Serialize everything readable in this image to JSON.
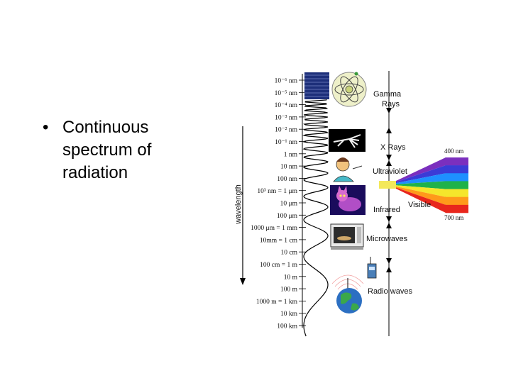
{
  "slide": {
    "bullet_symbol": "•",
    "bullet_text": "Continuous\nspectrum of\nradiation"
  },
  "diagram": {
    "axis_label": "wavelength",
    "ticks": [
      "10⁻⁶ nm",
      "10⁻⁵ nm",
      "10⁻⁴ nm",
      "10⁻³ nm",
      "10⁻² nm",
      "10⁻¹ nm",
      "1 nm",
      "10 nm",
      "100 nm",
      "10³ nm = 1 μm",
      "10 μm",
      "100 μm",
      "1000 μm = 1 mm",
      "10mm = 1 cm",
      "10 cm",
      "100 cm = 1 m",
      "10 m",
      "100 m",
      "1000 m = 1 km",
      "10 km",
      "100 km"
    ],
    "bands": {
      "gamma": "Gamma\nRays",
      "xray": "X Rays",
      "uv": "Ultraviolet",
      "infrared": "Infrared",
      "visible": "Visible",
      "microwaves": "Microwaves",
      "radio": "Radio waves"
    },
    "visible_range": {
      "top": "400 nm",
      "bottom": "700 nm"
    },
    "rainbow_colors": [
      "#7b2fbe",
      "#3b3bd6",
      "#1e90ff",
      "#1fb24a",
      "#f5e62b",
      "#ff9a1a",
      "#e8261c"
    ],
    "icon_names": [
      "atom-icon",
      "xray-hand-icon",
      "person-uv-icon",
      "infrared-cat-icon",
      "microwave-oven-icon",
      "radio-device-icon",
      "globe-antenna-icon"
    ]
  }
}
